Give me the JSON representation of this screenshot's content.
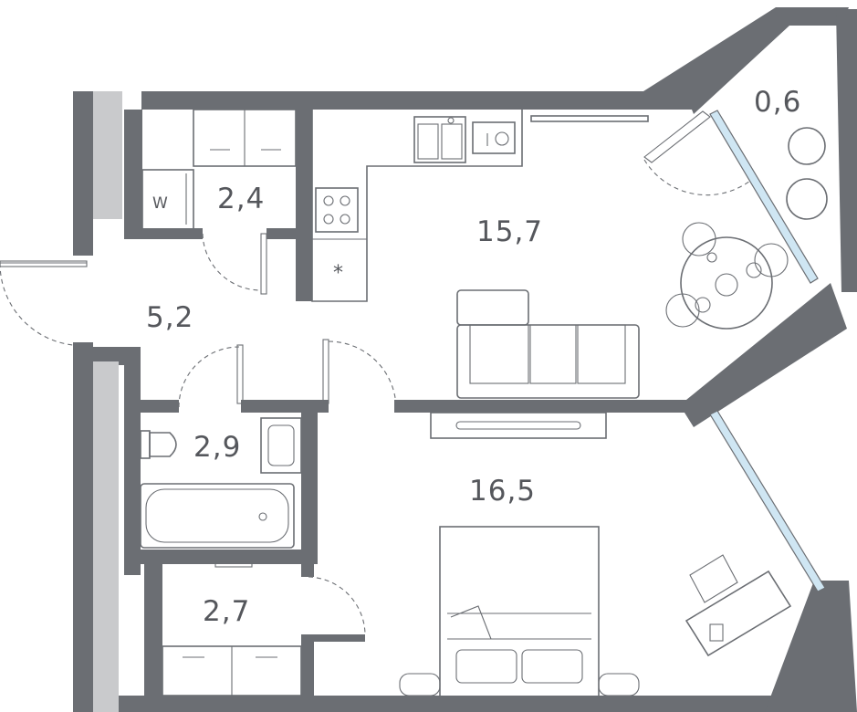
{
  "rooms": [
    {
      "id": "balcony",
      "area": "0,6"
    },
    {
      "id": "storage",
      "area": "2,4"
    },
    {
      "id": "kitchen-living",
      "area": "15,7"
    },
    {
      "id": "hallway",
      "area": "5,2"
    },
    {
      "id": "bathroom",
      "area": "2,9"
    },
    {
      "id": "bedroom",
      "area": "16,5"
    },
    {
      "id": "wardrobe",
      "area": "2,7"
    }
  ],
  "markers": {
    "washer": "W",
    "fridge": "*"
  },
  "colors": {
    "wall": "#6b6e73",
    "line": "#6b6e73",
    "glass": "#cfe6f3",
    "column": "#c9cacc",
    "text": "#55575c"
  }
}
